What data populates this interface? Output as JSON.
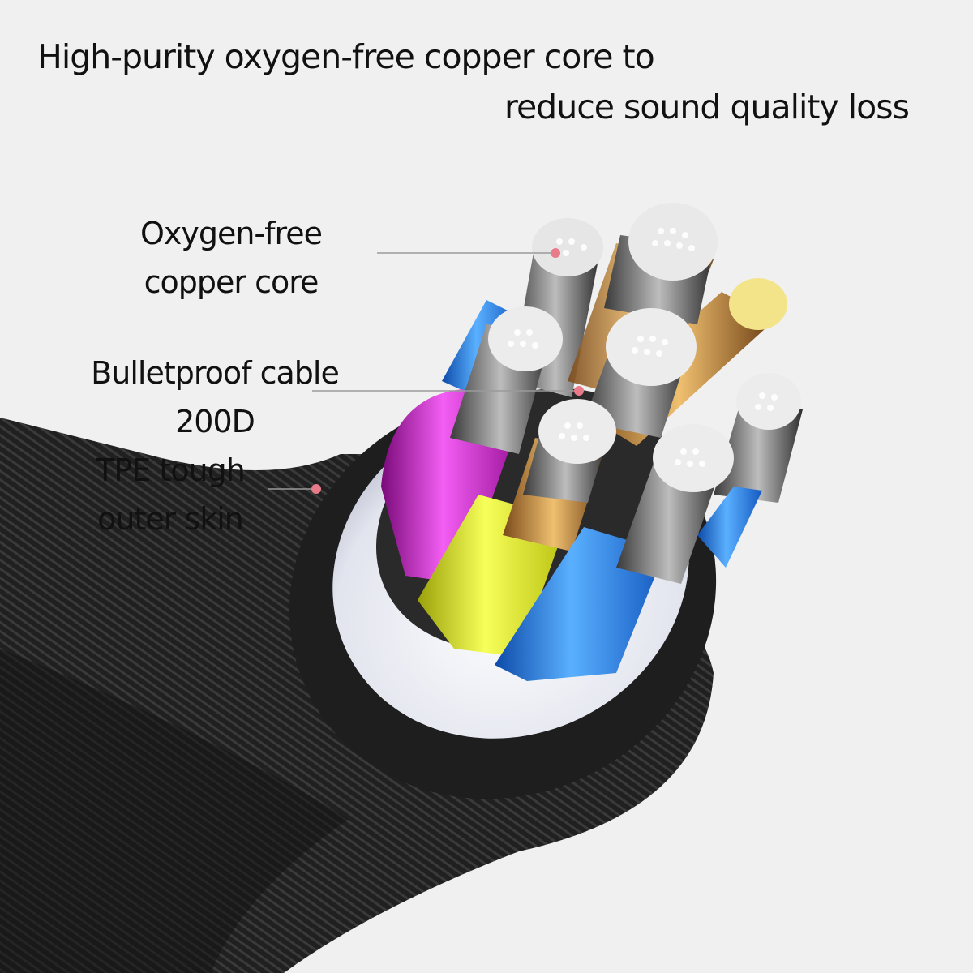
{
  "headline": {
    "line1": "High-purity oxygen-free copper core to",
    "line2": "reduce sound quality loss"
  },
  "callouts": [
    {
      "lines": [
        "Oxygen-free",
        "copper core"
      ]
    },
    {
      "lines": [
        "Bulletproof cable",
        "200D"
      ]
    },
    {
      "lines": [
        "TPE tough",
        "outer skin"
      ]
    }
  ],
  "colors": {
    "background": "#f0f0f0",
    "outer_skin": "#1c1c1c",
    "inner_sheath": "#e4e6ee",
    "leader_dot": "#e87a8a",
    "wire_magenta": "#c22ac2",
    "wire_yellow": "#dfe817",
    "wire_blue": "#1f7fe4",
    "strand": "#ffffff",
    "copper": "#c7863a"
  },
  "icons": {
    "product": "stranded-audio-cable-cross-section"
  }
}
